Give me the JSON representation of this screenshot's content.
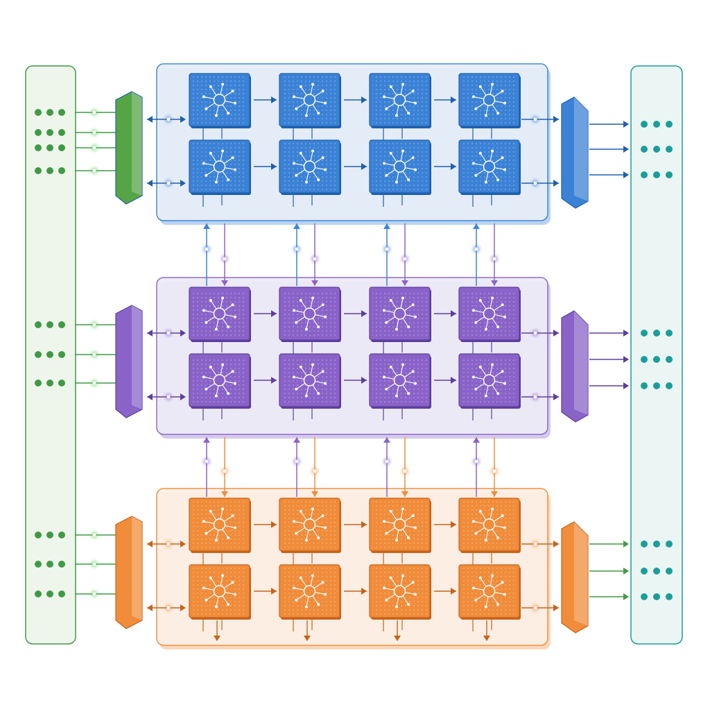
{
  "diagram": {
    "input_panel": {
      "label": "",
      "color": "#3f9a45",
      "fill": "#eef6ec"
    },
    "output_panel": {
      "label": "",
      "color": "#1a9e9a",
      "fill": "#ebf6f4"
    },
    "layers": [
      {
        "name": "",
        "color": "#3b82d6",
        "dark": "#1e5fae",
        "tint": "#e7eef8",
        "adapter_in_color": "#56a545",
        "input_dot_groups": 4,
        "output_dot_groups": 3,
        "grid": {
          "rows": 2,
          "cols": 4
        }
      },
      {
        "name": "",
        "color": "#8a63c9",
        "dark": "#5e3e9c",
        "tint": "#eeebf7",
        "adapter_in_color": "#8a63c9",
        "input_dot_groups": 3,
        "output_dot_groups": 3,
        "grid": {
          "rows": 2,
          "cols": 4
        }
      },
      {
        "name": "",
        "color": "#f08c3a",
        "dark": "#c8631b",
        "tint": "#fdf0e6",
        "adapter_in_color": "#f08c3a",
        "input_dot_groups": 3,
        "output_dot_groups": 3,
        "grid": {
          "rows": 2,
          "cols": 4
        }
      }
    ],
    "inter_layer_links": [
      {
        "from": 0,
        "to": 1,
        "up_color": "#3b82d6",
        "down_color": "#8a63c9"
      },
      {
        "from": 1,
        "to": 2,
        "up_color": "#8a63c9",
        "down_color": "#f08c3a"
      }
    ]
  }
}
